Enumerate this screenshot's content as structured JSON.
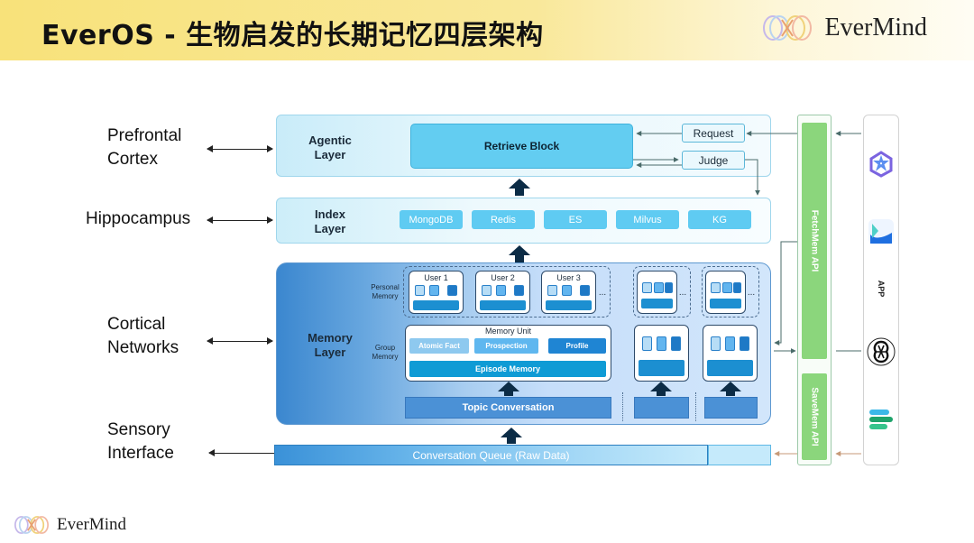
{
  "header": {
    "title": "EverOS - 生物启发的长期记忆四层架构",
    "brand_name": "EverMind"
  },
  "footer": {
    "brand_name": "EverMind"
  },
  "brain_regions": [
    {
      "line1": "Prefrontal",
      "line2": "Cortex"
    },
    {
      "line1": "Hippocampus",
      "line2": ""
    },
    {
      "line1": "Cortical",
      "line2": "Networks"
    },
    {
      "line1": "Sensory",
      "line2": "Interface"
    }
  ],
  "agentic_layer": {
    "label_line1": "Agentic",
    "label_line2": "Layer",
    "retrieve_block": "Retrieve Block",
    "request": "Request",
    "judge": "Judge"
  },
  "index_layer": {
    "label_line1": "Index",
    "label_line2": "Layer",
    "stores": [
      "MongoDB",
      "Redis",
      "ES",
      "Milvus",
      "KG"
    ]
  },
  "memory_layer": {
    "label_line1": "Memory",
    "label_line2": "Layer",
    "personal_memory_line1": "Personal",
    "personal_memory_line2": "Memory",
    "group_memory_line1": "Group",
    "group_memory_line2": "Memory",
    "users": [
      "User 1",
      "User 2",
      "User 3"
    ],
    "more": "...",
    "memory_unit": "Memory Unit",
    "units": [
      "Atomic Fact",
      "Prospection",
      "Profile"
    ],
    "episode_memory": "Episode Memory",
    "topic_conversation": "Topic Conversation"
  },
  "sensory_layer": {
    "conversation_queue": "Conversation Queue (Raw Data)"
  },
  "apis": {
    "fetch": "FetchMem API",
    "save": "SaveMem API"
  },
  "app_column": {
    "label": "APP"
  },
  "colors": {
    "accent": "#63cdf1",
    "memory": "#4b91d6",
    "api": "#8bd67c",
    "header": "#f8e27a"
  }
}
